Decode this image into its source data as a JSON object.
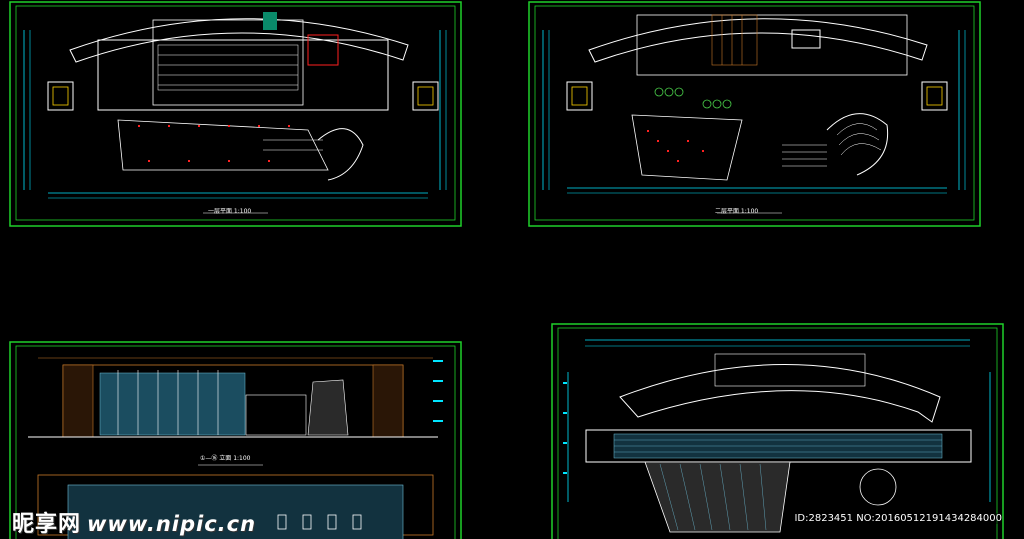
{
  "sheets": {
    "first_floor": {
      "caption": "一层平面 1:100"
    },
    "second_floor": {
      "caption": "二层平面 1:100"
    },
    "elevation": {
      "caption": "①—⑯ 立面 1:100"
    },
    "roof_plan": {
      "caption": ""
    }
  },
  "watermark": {
    "brand": "昵享网",
    "url": "www.nipic.cn"
  },
  "id_line": "ID:2823451 NO:20160512191434284000",
  "colors": {
    "background": "#000000",
    "frame": "#1fd12a",
    "wall": "#ffffff",
    "dimension": "#00e5ff",
    "marker": "#ff2020",
    "accent": "#ffd200",
    "wood": "#c87a2a"
  }
}
